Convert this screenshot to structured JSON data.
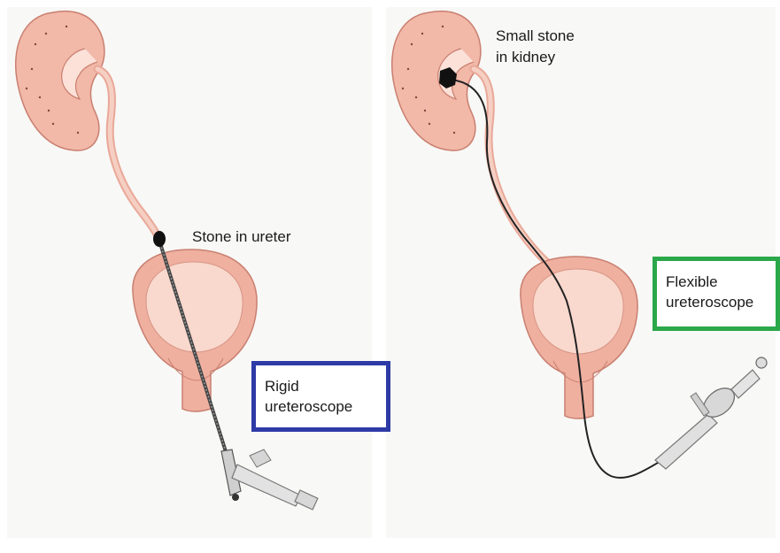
{
  "labels": {
    "stone_in_ureter": "Stone in ureter",
    "small_stone_line1": "Small stone",
    "small_stone_line2": "in kidney",
    "rigid_line1": "Rigid",
    "rigid_line2": "ureteroscope",
    "flexible_line1": "Flexible",
    "flexible_line2": "ureteroscope"
  },
  "colors": {
    "rigid_box_border": "#2e3aa6",
    "flexible_box_border": "#2aa84a",
    "tissue": "#f2b8a8",
    "tissue_outline": "#c97f70",
    "stone": "#111111"
  },
  "icons": {
    "kidney": "kidney-illustration",
    "bladder": "bladder-illustration",
    "rigid_scope": "rigid-ureteroscope-illustration",
    "flexible_scope": "flexible-ureteroscope-illustration"
  }
}
